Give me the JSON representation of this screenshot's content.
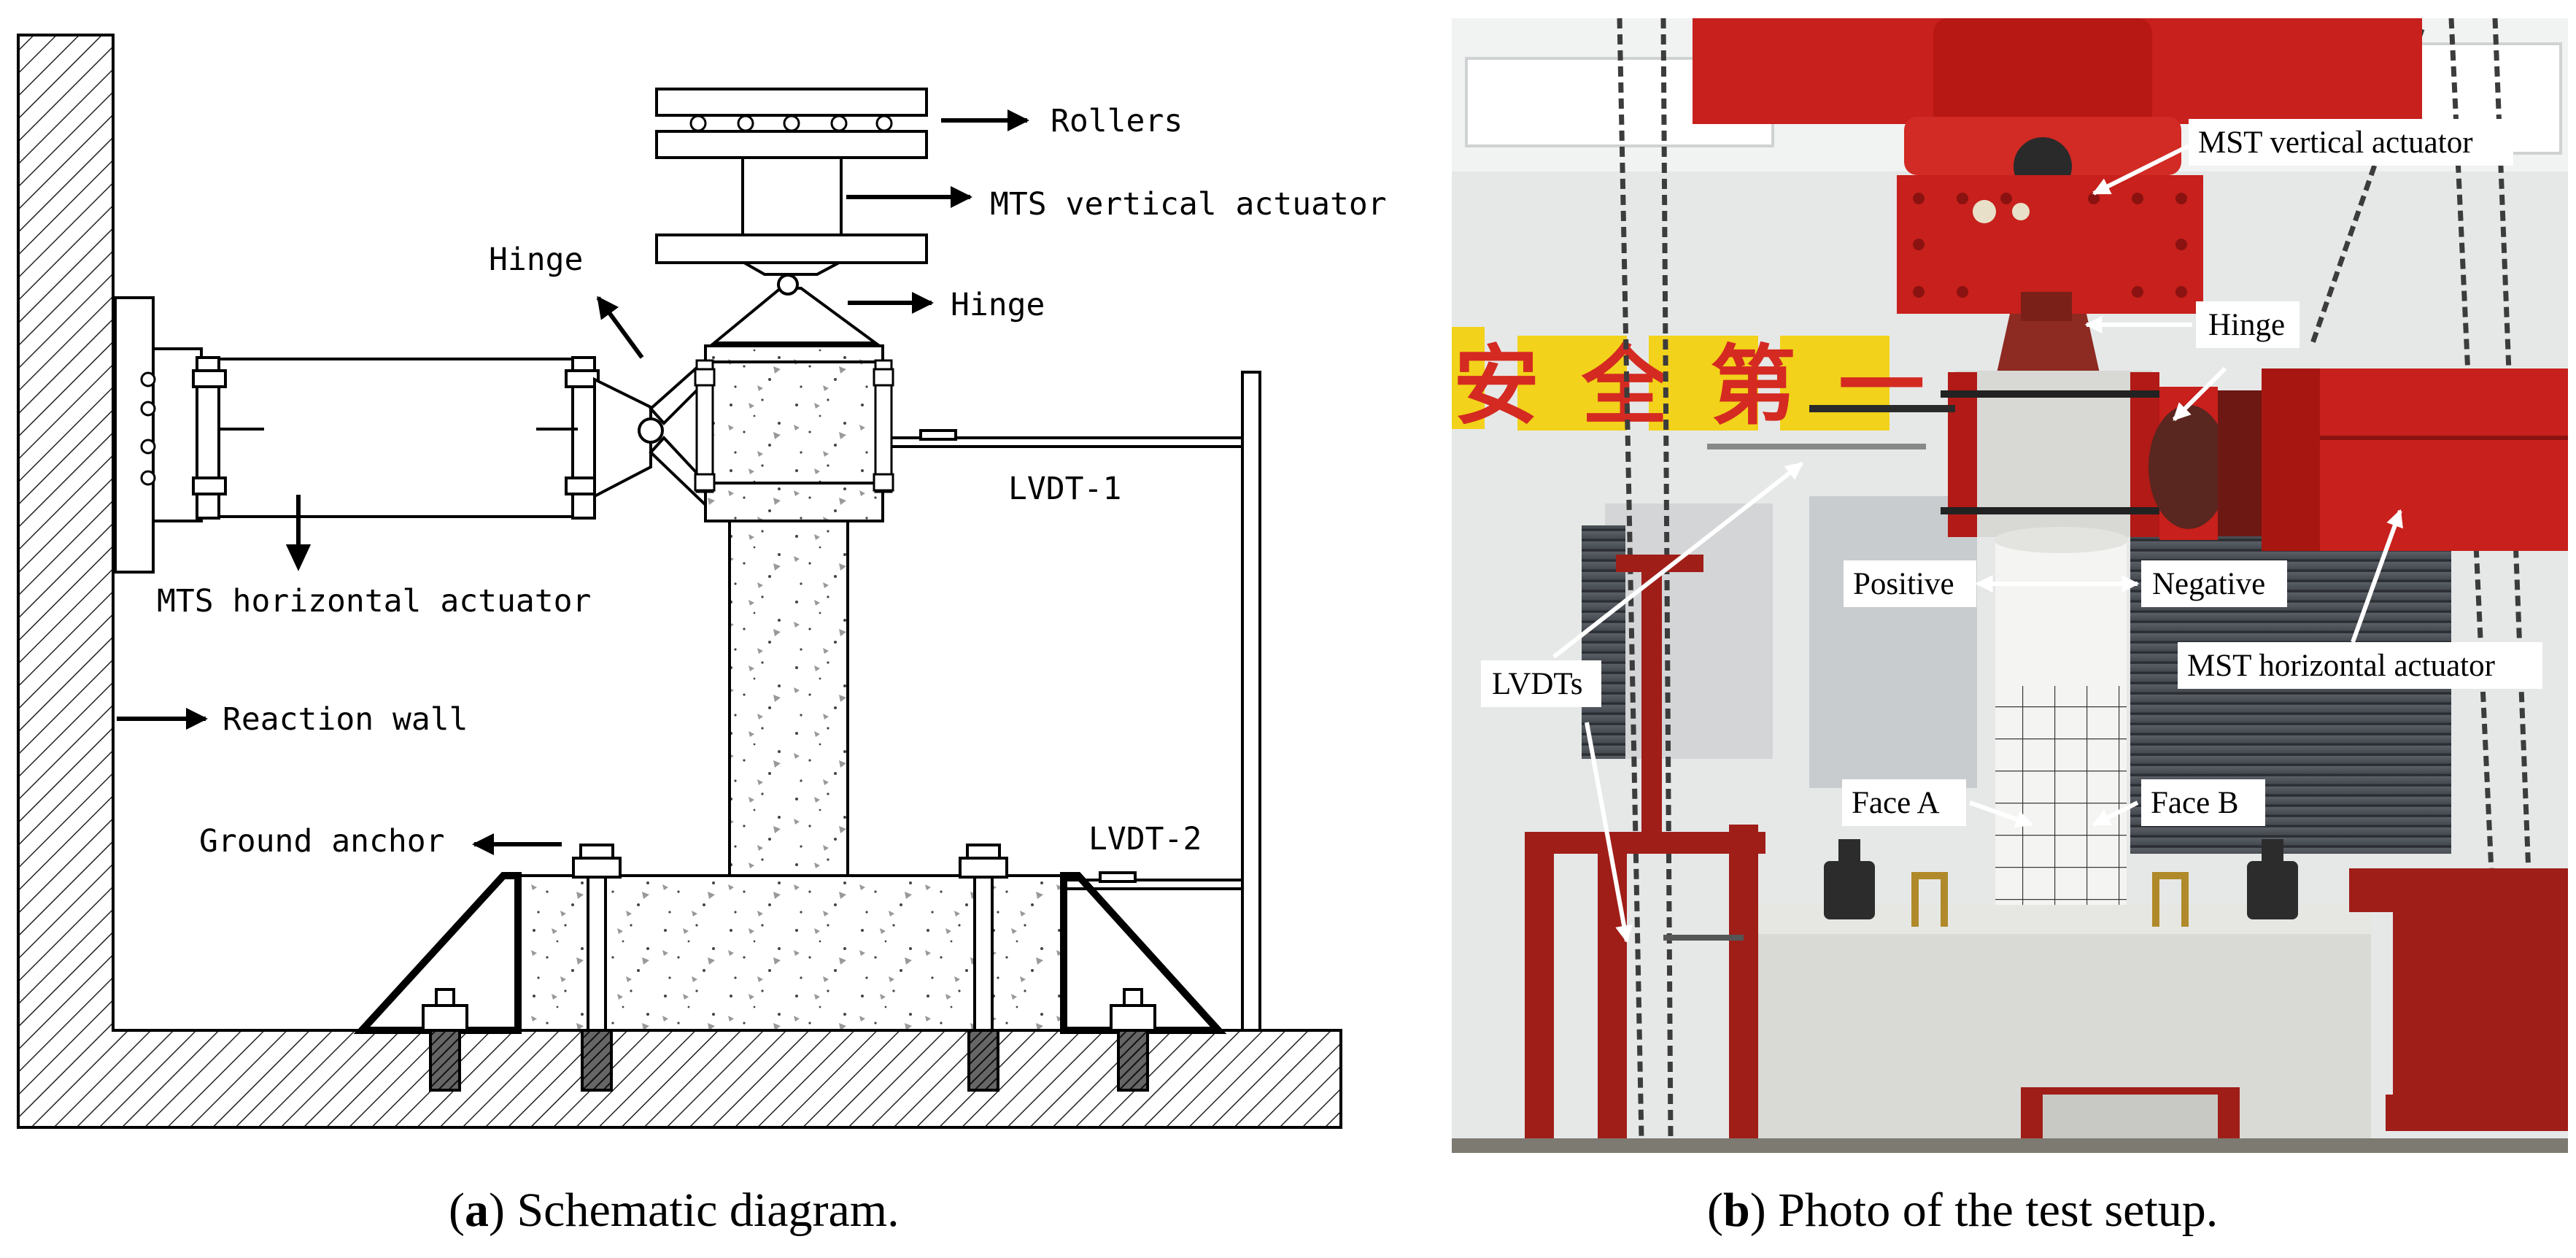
{
  "panel_a": {
    "labels": {
      "rollers": "Rollers",
      "vertical_actuator": "MTS vertical actuator",
      "hinge_top": "Hinge",
      "hinge_left": "Hinge",
      "lvdt1": "LVDT-1",
      "lvdt2": "LVDT-2",
      "horizontal_actuator": "MTS horizontal actuator",
      "reaction_wall": "Reaction wall",
      "ground_anchor": "Ground anchor"
    },
    "caption_letter": "a",
    "caption_text": "Schematic diagram."
  },
  "panel_b": {
    "labels": {
      "vertical_actuator": "MST vertical actuator",
      "hinge": "Hinge",
      "positive": "Positive",
      "negative": "Negative",
      "horizontal_actuator": "MST horizontal actuator",
      "lvdts": "LVDTs",
      "face_a": "Face A",
      "face_b": "Face B",
      "banner": "安全第一"
    },
    "caption_letter": "b",
    "caption_text": "Photo of the test setup."
  },
  "colors": {
    "steel_red": "#c8201c",
    "banner_yellow": "#f2d21a",
    "banner_red": "#d42a22",
    "wall_white": "#e9ebea",
    "concrete": "#d9dad6"
  }
}
